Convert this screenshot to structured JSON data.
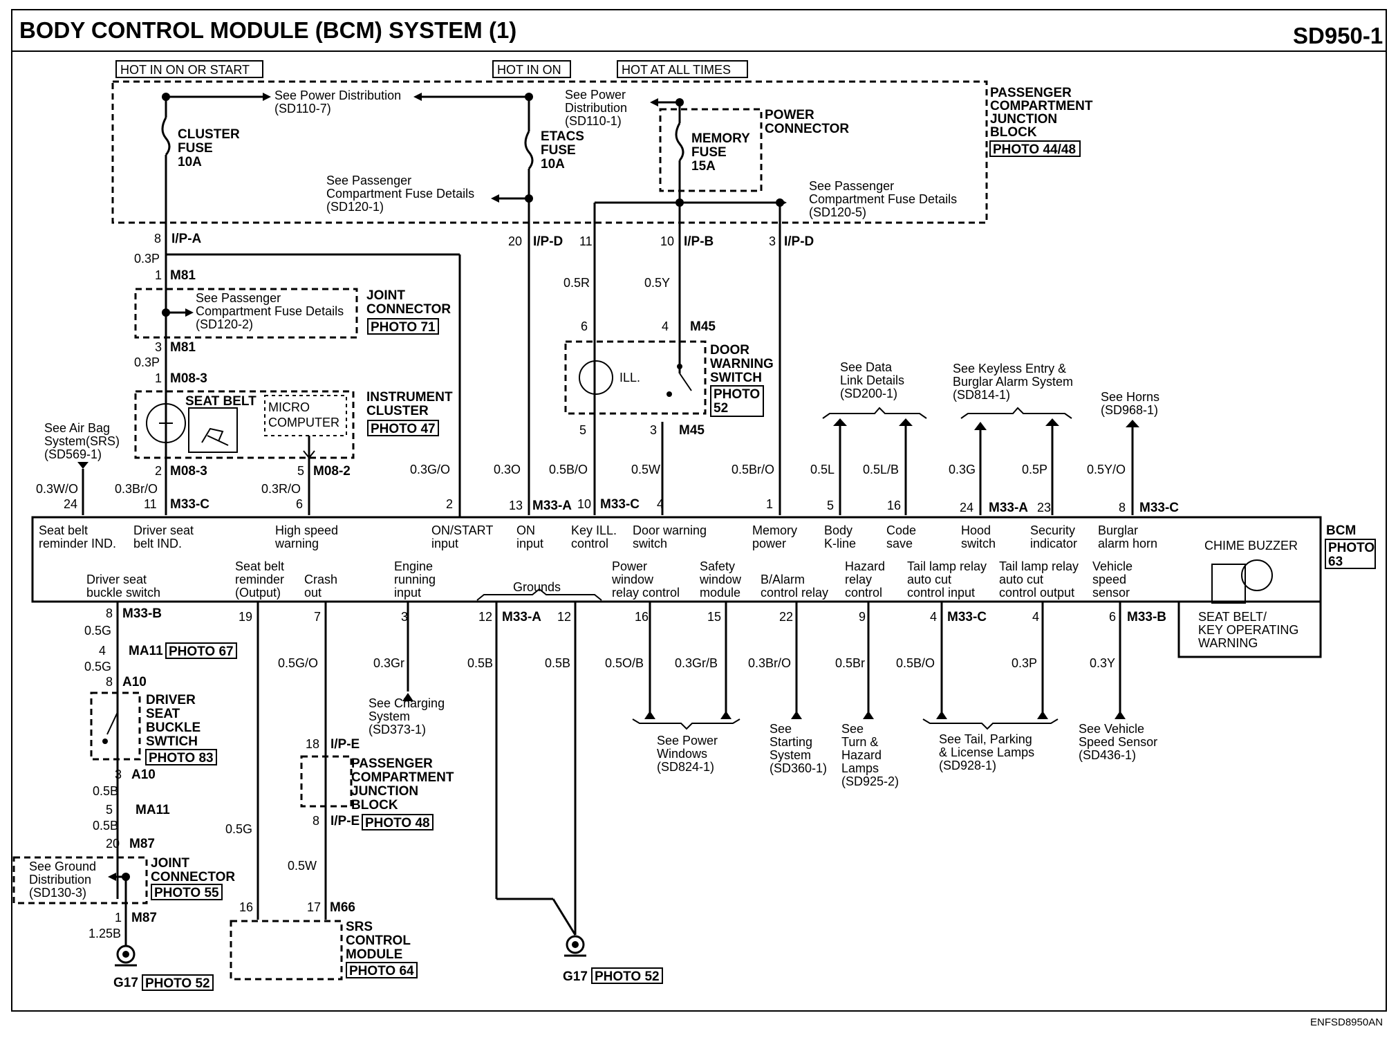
{
  "header": {
    "title": "BODY CONTROL MODULE (BCM) SYSTEM (1)",
    "code": "SD950-1",
    "footer": "ENFSD8950AN"
  },
  "power": {
    "hot_on_start": "HOT IN ON OR START",
    "hot_on": "HOT IN ON",
    "hot_all": "HOT AT ALL TIMES",
    "see_pd_1": "See Power Distribution",
    "see_pd_1_ref": "(SD110-7)",
    "see_pd_2a": "See Power",
    "see_pd_2b": "Distribution",
    "see_pd_2_ref": "(SD110-1)",
    "cluster_fuse": [
      "CLUSTER",
      "FUSE",
      "10A"
    ],
    "etacs_fuse": [
      "ETACS",
      "FUSE",
      "10A"
    ],
    "memory_fuse": [
      "MEMORY",
      "FUSE",
      "15A"
    ],
    "power_connector": [
      "POWER",
      "CONNECTOR"
    ],
    "pcjb": [
      "PASSENGER",
      "COMPARTMENT",
      "JUNCTION",
      "BLOCK"
    ],
    "pcjb_photo": "PHOTO 44/48",
    "see_pcfd_a": [
      "See Passenger",
      "Compartment Fuse Details",
      "(SD120-1)"
    ],
    "see_pcfd_b": [
      "See Passenger",
      "Compartment Fuse Details",
      "(SD120-5)"
    ]
  },
  "connectors": {
    "ipa": "I/P-A",
    "ipd": "I/P-D",
    "ipb": "I/P-B",
    "ipe": "I/P-E",
    "m81": "M81",
    "m083": "M08-3",
    "m082": "M08-2",
    "m33a": "M33-A",
    "m33b": "M33-B",
    "m33c": "M33-C",
    "m45": "M45",
    "ma11": "MA11",
    "a10": "A10",
    "m87": "M87",
    "m66": "M66"
  },
  "joint_connector": {
    "text": [
      "See Passenger",
      "Compartment Fuse Details",
      "(SD120-2)"
    ],
    "title": [
      "JOINT",
      "CONNECTOR"
    ],
    "photo": "PHOTO 71"
  },
  "instrument_cluster": {
    "seat_belt": "SEAT BELT",
    "micro": [
      "MICRO",
      "COMPUTER"
    ],
    "title": [
      "INSTRUMENT",
      "CLUSTER"
    ],
    "photo": "PHOTO 47"
  },
  "airbag": [
    "See Air Bag",
    "System(SRS)",
    "(SD569-1)"
  ],
  "door_switch": {
    "title": [
      "DOOR",
      "WARNING",
      "SWITCH"
    ],
    "photo": "PHOTO",
    "photo_num": "52",
    "ill": "ILL."
  },
  "refs": {
    "data_link": [
      "See Data",
      "Link Details",
      "(SD200-1)"
    ],
    "keyless": [
      "See Keyless Entry &",
      "Burglar Alarm System",
      "(SD814-1)"
    ],
    "horns": [
      "See Horns",
      "(SD968-1)"
    ],
    "charging": [
      "See Charging",
      "System",
      "(SD373-1)"
    ],
    "power_windows": [
      "See Power",
      "Windows",
      "(SD824-1)"
    ],
    "starting": [
      "See",
      "Starting",
      "System",
      "(SD360-1)"
    ],
    "turn": [
      "See",
      "Turn &",
      "Hazard",
      "Lamps",
      "(SD925-2)"
    ],
    "tail": [
      "See Tail, Parking",
      "& License Lamps",
      "(SD928-1)"
    ],
    "vss": [
      "See Vehicle",
      "Speed Sensor",
      "(SD436-1)"
    ]
  },
  "wires": {
    "w03p": "0.3P",
    "w03wo": "0.3W/O",
    "w03bro": "0.3Br/O",
    "w03ro": "0.3R/O",
    "w03go": "0.3G/O",
    "w03o": "0.3O",
    "w05bo": "0.5B/O",
    "w05w": "0.5W",
    "w05bro": "0.5Br/O",
    "w05l": "0.5L",
    "w05lb": "0.5L/B",
    "w03g": "0.3G",
    "w05p": "0.5P",
    "w05yo": "0.5Y/O",
    "w05r": "0.5R",
    "w05y": "0.5Y",
    "w05g": "0.5G",
    "w05go": "0.5G/O",
    "w03gr": "0.3Gr",
    "w05b": "0.5B",
    "w05ob": "0.5O/B",
    "w03grb": "0.3Gr/B",
    "w03bro2": "0.3Br/O",
    "w05br": "0.5Br",
    "w05bo2": "0.5B/O",
    "w03p2": "0.3P",
    "w03y": "0.3Y",
    "w125b": "1.25B"
  },
  "bcm_top": [
    [
      "Seat belt",
      "reminder IND."
    ],
    [
      "Driver seat",
      "belt IND."
    ],
    [
      "High speed",
      "warning"
    ],
    [
      "ON/START",
      "input"
    ],
    [
      "ON",
      "input"
    ],
    [
      "Key ILL.",
      "control"
    ],
    [
      "Door warning",
      "switch"
    ],
    [
      "Memory",
      "power"
    ],
    [
      "Body",
      "K-line"
    ],
    [
      "Code",
      "save"
    ],
    [
      "Hood",
      "switch"
    ],
    [
      "Security",
      "indicator"
    ],
    [
      "Burglar",
      "alarm horn"
    ]
  ],
  "bcm_bottom": [
    [
      "Driver seat",
      "buckle switch"
    ],
    [
      "Seat belt",
      "reminder",
      "(Output)"
    ],
    [
      "Crash",
      "out"
    ],
    [
      "Engine",
      "running",
      "input"
    ],
    [
      "Grounds"
    ],
    [
      "Power",
      "window",
      "relay control"
    ],
    [
      "Safety",
      "window",
      "module"
    ],
    [
      "B/Alarm",
      "control  relay"
    ],
    [
      "Hazard",
      "relay",
      "control"
    ],
    [
      "Tail lamp relay",
      "auto cut",
      "control input"
    ],
    [
      "Tail lamp relay",
      "auto cut",
      "control output"
    ],
    [
      "Vehicle",
      "speed",
      "sensor"
    ]
  ],
  "bcm": {
    "label": "BCM",
    "photo": "PHOTO",
    "photo_num": "63",
    "chime": "CHIME BUZZER",
    "warn": [
      "SEAT BELT/",
      "KEY OPERATING",
      "WARNING"
    ]
  },
  "driver_buckle": {
    "title": [
      "DRIVER",
      "SEAT",
      "BUCKLE",
      "SWTICH"
    ],
    "photo": "PHOTO 83",
    "ma11_photo": "PHOTO 67"
  },
  "jc55": {
    "text": [
      "See Ground",
      "Distribution",
      "(SD130-3)"
    ],
    "title": [
      "JOINT",
      "CONNECTOR"
    ],
    "photo": "PHOTO 55"
  },
  "pcjb2": {
    "title": [
      "PASSENGER",
      "COMPARTMENT",
      "JUNCTION",
      "BLOCK"
    ],
    "photo": "PHOTO 48"
  },
  "srs": {
    "title": [
      "SRS",
      "CONTROL",
      "MODULE"
    ],
    "photo": "PHOTO 64"
  },
  "ground": {
    "name": "G17",
    "photo": "PHOTO 52"
  },
  "pins": {
    "p8": "8",
    "p1": "1",
    "p3": "3",
    "p2": "2",
    "p5": "5",
    "p6": "6",
    "p11": "11",
    "p24": "24",
    "p20": "20",
    "p10": "10",
    "p13": "13",
    "p4": "4",
    "p16": "16",
    "p23": "23",
    "p19": "19",
    "p7": "7",
    "p12": "12",
    "p15": "15",
    "p22": "22",
    "p9": "9",
    "p18": "18",
    "p17": "17"
  }
}
